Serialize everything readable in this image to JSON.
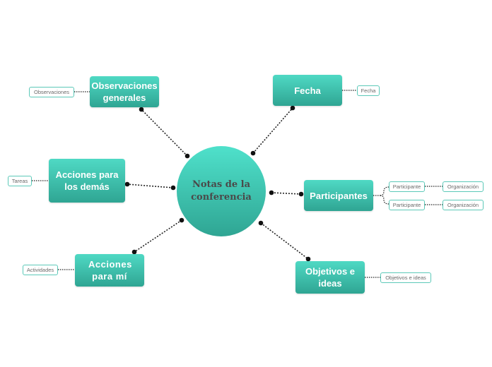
{
  "center": {
    "line1": "Notas de la",
    "line2": "conferencia"
  },
  "branches": {
    "observaciones": {
      "label": "Observaciones generales"
    },
    "fecha": {
      "label": "Fecha"
    },
    "acciones_demas": {
      "label": "Acciones para los demás"
    },
    "participantes": {
      "label": "Participantes"
    },
    "acciones_mi": {
      "label": "Acciones para mí"
    },
    "objetivos": {
      "label": "Objetivos e ideas"
    }
  },
  "leaves": {
    "observaciones": "Observaciones",
    "fecha": "Fecha",
    "tareas": "Tareas",
    "participante_1": "Participante",
    "organizacion_1": "Organización",
    "participante_2": "Participante",
    "organizacion_2": "Organización",
    "actividades": "Actividades",
    "objetivos": "Objetivos e ideas"
  },
  "colors": {
    "node_top": "#4fd9c4",
    "node_bottom": "#2fa593",
    "leaf_border": "#5cc9b8",
    "center_text": "#4a4a4a"
  }
}
